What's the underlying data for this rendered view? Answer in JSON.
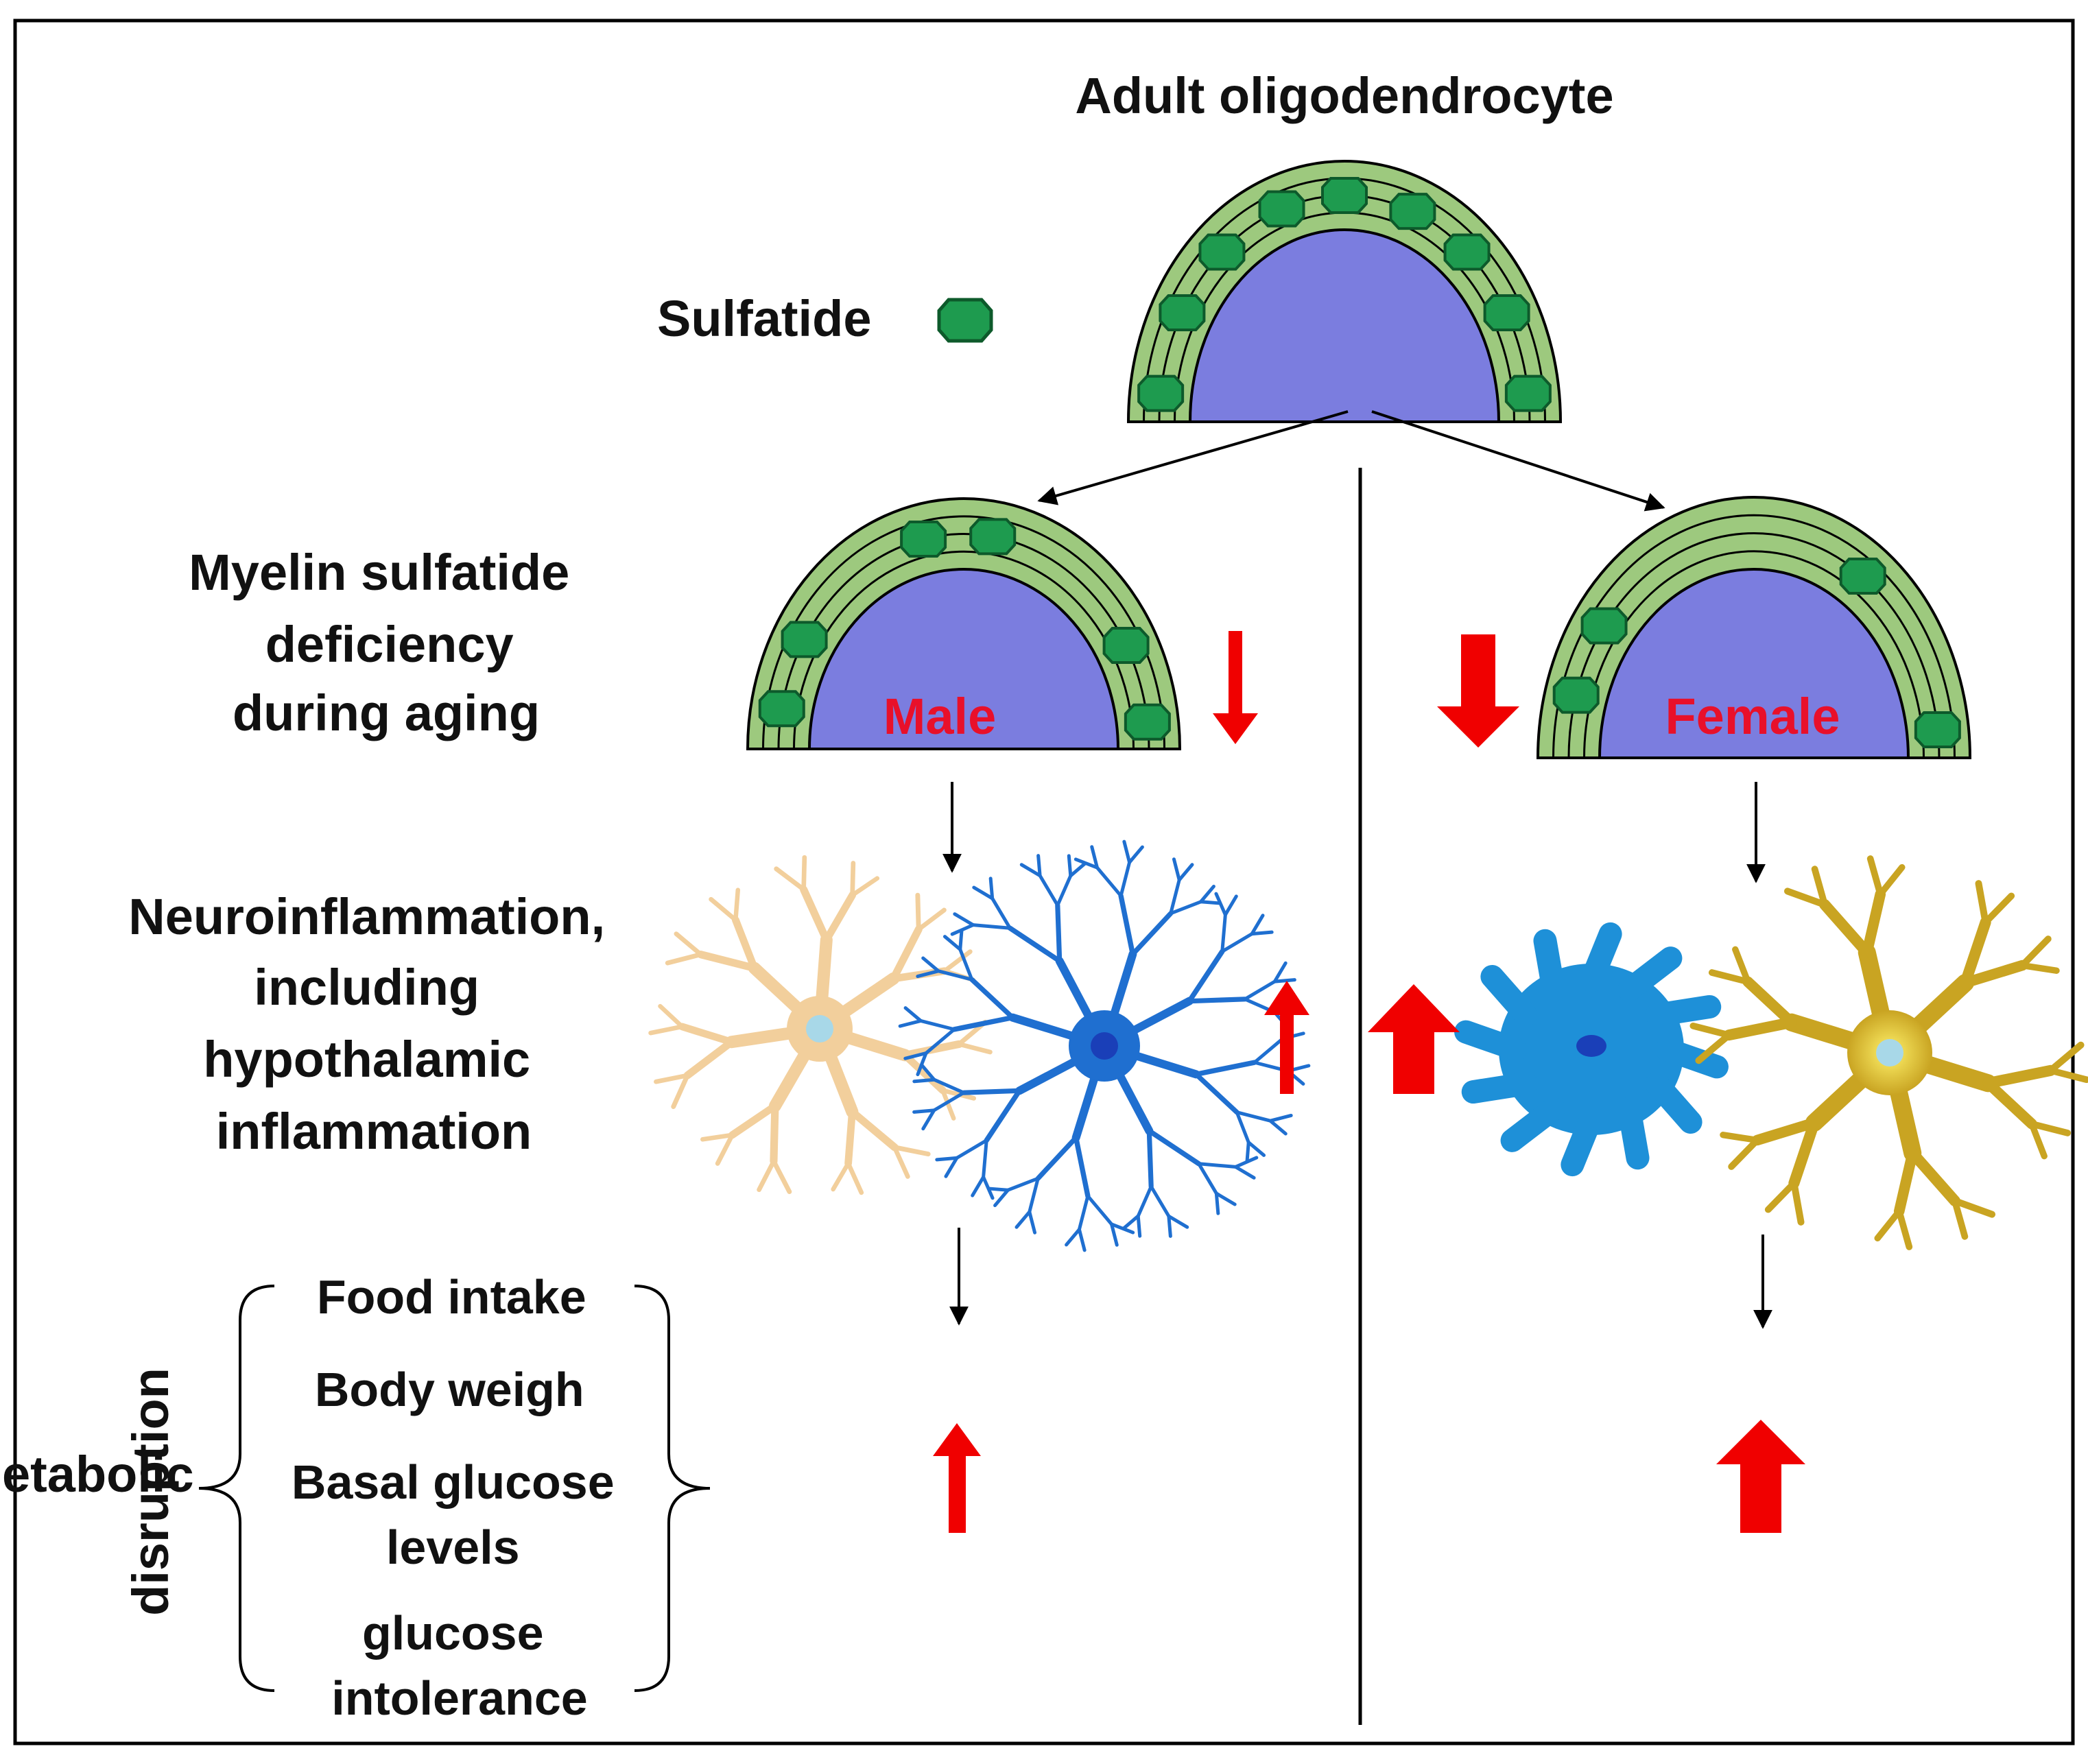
{
  "title": "Adult oligodendrocyte",
  "legend": {
    "label": "Sulfatide",
    "icon": "sulfatide-icon"
  },
  "left_labels": {
    "deficiency": [
      "Myelin sulfatide",
      "deficiency",
      "during aging"
    ],
    "inflammation": [
      "Neuroinflammation,",
      "including",
      "hypothalamic",
      "inflammation"
    ]
  },
  "metabolic": {
    "rotated_label": [
      "Metabolic",
      "disruption"
    ],
    "items": [
      [
        "Food intake"
      ],
      [
        "Body weigh"
      ],
      [
        "Basal glucose",
        "levels"
      ],
      [
        "glucose",
        "intolerance"
      ]
    ]
  },
  "male": {
    "label": "Male"
  },
  "female": {
    "label": "Female"
  },
  "colors": {
    "myelin_green": "#9dc97e",
    "nucleus_blue": "#7b7ddf",
    "sulfatide_green": "#1e9b4f",
    "arrow_red": "#f00000",
    "label_red": "#e8102a",
    "astrocyte_tan": "#f2cf9c",
    "microglia_blue": "#1f6fd0",
    "microglia_active_blue": "#1e90d8",
    "astrocyte_gold": "#c9a422"
  }
}
